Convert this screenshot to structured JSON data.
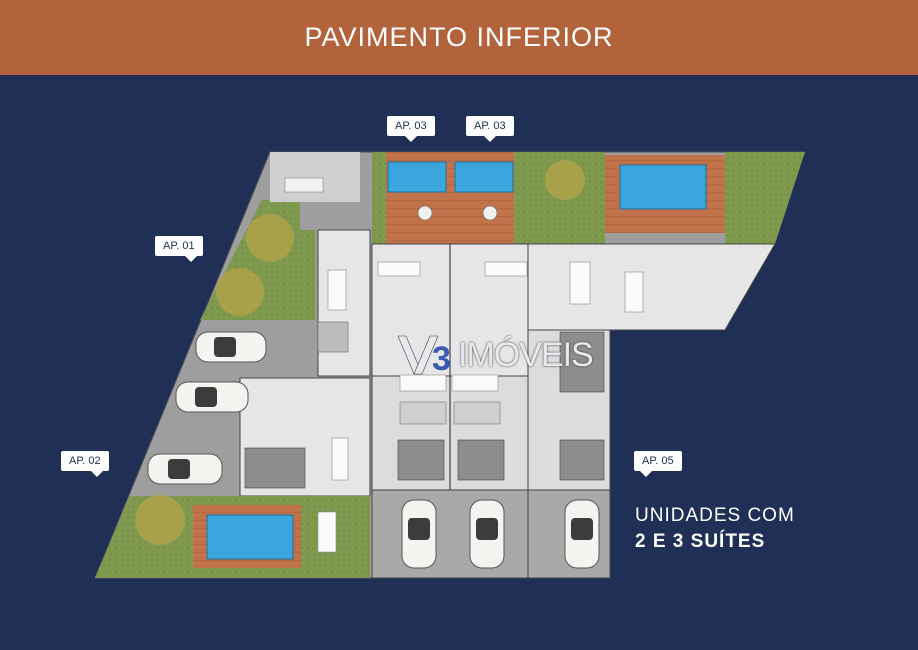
{
  "header": {
    "title": "PAVIMENTO INFERIOR"
  },
  "callouts": {
    "ap01": "AP. 01",
    "ap02": "AP. 02",
    "ap03a": "AP. 03",
    "ap03b": "AP. 03",
    "ap05": "AP. 05"
  },
  "info": {
    "line1": "UNIDADES COM",
    "line2": "2 E 3 SUÍTES"
  },
  "watermark": {
    "text": "IMÓVEIS",
    "logo_letters": "V3"
  },
  "colors": {
    "background": "#1f2f55",
    "header": "#b2633c",
    "pool": "#3aa6dd",
    "deck": "#c0734a",
    "grass": "#7f9a4e",
    "floor": "#e6e6e6",
    "garage": "#a9a9a9"
  }
}
